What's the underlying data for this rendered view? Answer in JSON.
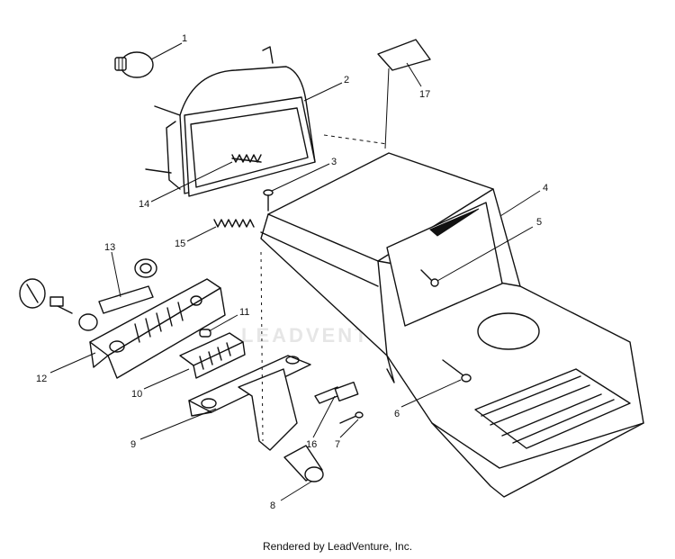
{
  "callouts": [
    {
      "num": "1"
    },
    {
      "num": "2"
    },
    {
      "num": "3"
    },
    {
      "num": "4"
    },
    {
      "num": "5"
    },
    {
      "num": "6"
    },
    {
      "num": "7"
    },
    {
      "num": "8"
    },
    {
      "num": "9"
    },
    {
      "num": "10"
    },
    {
      "num": "11"
    },
    {
      "num": "12"
    },
    {
      "num": "13"
    },
    {
      "num": "14"
    },
    {
      "num": "15"
    },
    {
      "num": "16"
    },
    {
      "num": "17"
    }
  ],
  "watermark": {
    "text": "LEADVENTURE"
  },
  "footer": {
    "text": "Rendered by LeadVenture, Inc."
  },
  "colors": {
    "ink": "#111111",
    "background": "#ffffff",
    "watermark": "#e6e6e6"
  }
}
